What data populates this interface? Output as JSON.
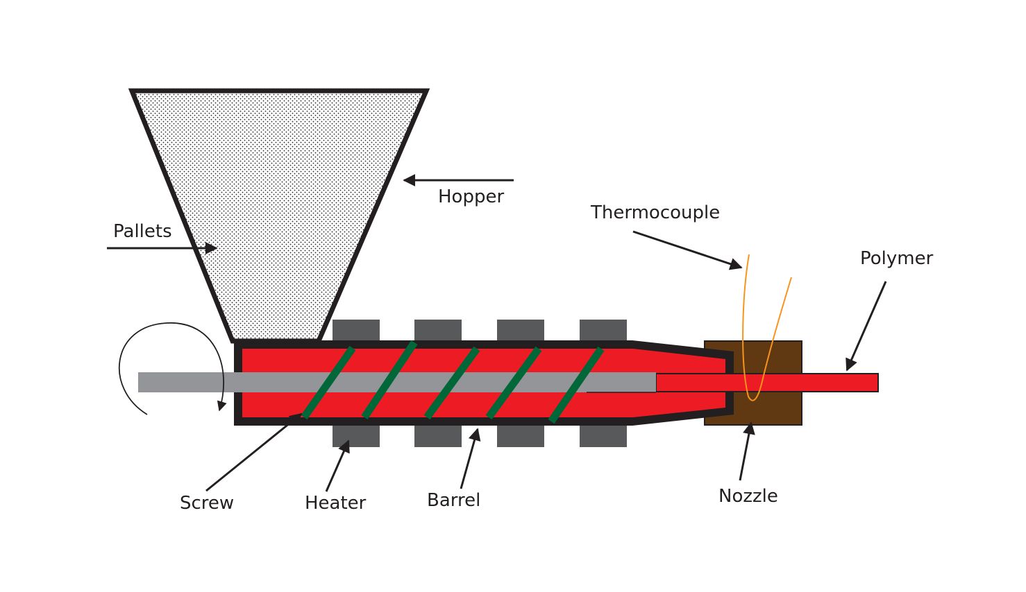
{
  "diagram": {
    "title": "Extrusion process schematic",
    "labels": {
      "hopper": "Hopper",
      "pallets": "Pallets",
      "thermocouple": "Thermocouple",
      "polymer": "Polymer",
      "screw": "Screw",
      "heater": "Heater",
      "barrel": "Barrel",
      "nozzle": "Nozzle"
    },
    "colors": {
      "outline": "#231f20",
      "melt": "#ed1c24",
      "screw_shaft": "#939598",
      "screw_flight": "#006838",
      "heater": "#58595b",
      "nozzle": "#603913",
      "thermocouple": "#f7941d"
    },
    "heater_count": 4,
    "flight_count": 5
  }
}
